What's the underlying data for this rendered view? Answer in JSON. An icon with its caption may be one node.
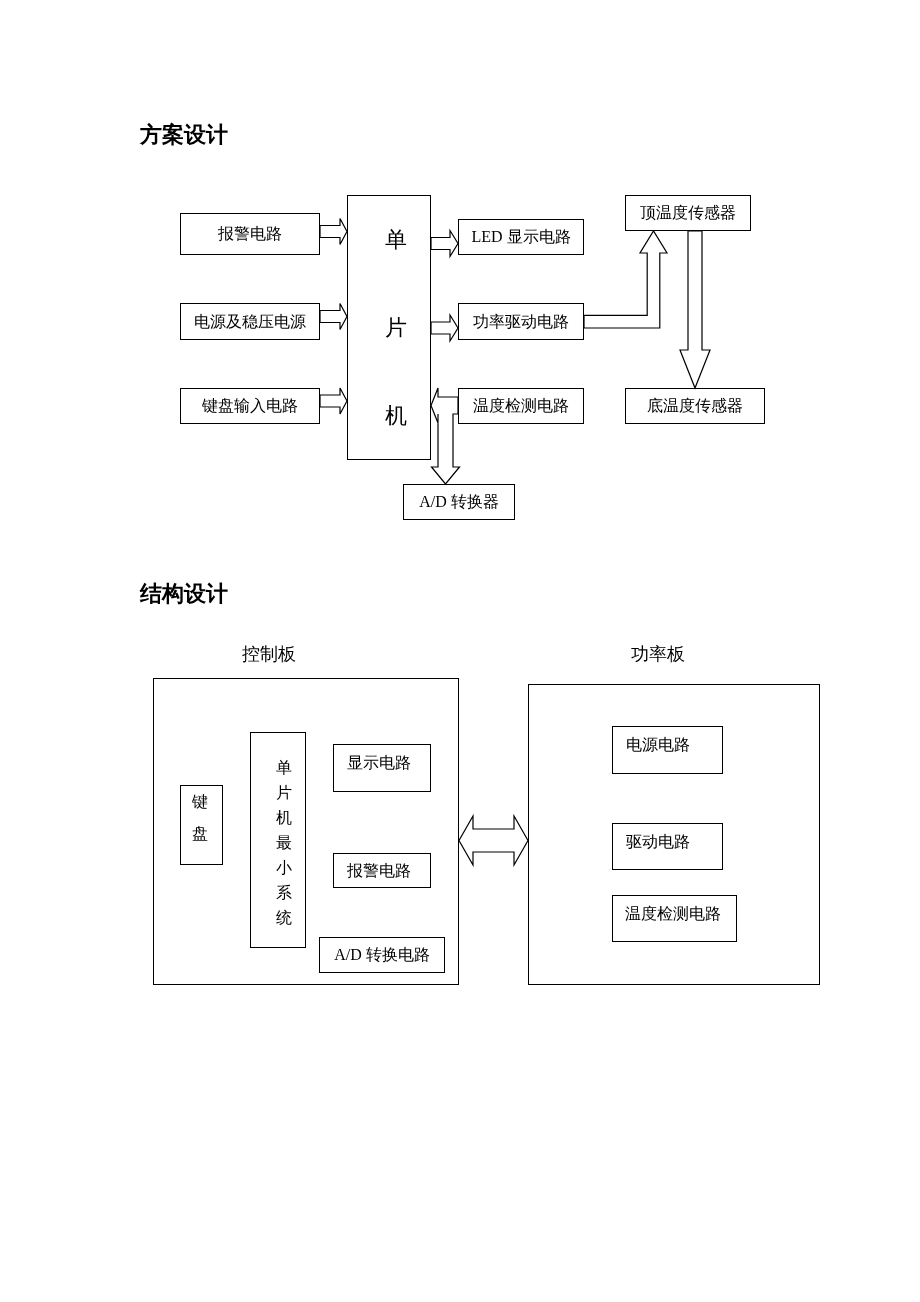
{
  "diagram": {
    "nodes": [
      {
        "text": [
          "报警电路"
        ]
      },
      {
        "text": [
          "电源及稳压电源"
        ]
      },
      {
        "text": [
          "键盘输入电路"
        ]
      },
      {
        "text": [
          "单片机"
        ]
      },
      {
        "text": [
          "LED 显示电路"
        ]
      },
      {
        "text": [
          "功率驱动电路"
        ]
      },
      {
        "text": [
          "温度检测电路"
        ]
      },
      {
        "text": [
          "顶温度传感器"
        ]
      },
      {
        "text": [
          "底温度传感器"
        ]
      },
      {
        "text": [
          "A/D 转换器"
        ]
      },
      {
        "text": [
          "控制板"
        ]
      },
      {
        "text": [
          "键盘"
        ],
        "in": 10
      },
      {
        "text": [
          "单片机最小系统"
        ],
        "in": 10
      },
      {
        "text": [
          "显示电路"
        ],
        "in": 10
      },
      {
        "text": [
          "报警电路"
        ],
        "in": 10
      },
      {
        "text": [
          "A/D 转换电路"
        ],
        "in": 10
      },
      {
        "text": [
          "功率板"
        ]
      },
      {
        "text": [
          "电源电路"
        ],
        "in": 16
      },
      {
        "text": [
          "驱动电路"
        ],
        "in": 16
      },
      {
        "text": [
          "温度检测电路"
        ],
        "in": 16
      }
    ],
    "edges": [
      {
        "from": 0,
        "to": 3,
        "arrow": "to"
      },
      {
        "from": 1,
        "to": 3,
        "arrow": "to"
      },
      {
        "from": 2,
        "to": 3,
        "arrow": "to"
      },
      {
        "from": 3,
        "to": 4,
        "arrow": "to"
      },
      {
        "from": 3,
        "to": 5,
        "arrow": "to"
      },
      {
        "from": 6,
        "to": 3,
        "arrow": "to"
      },
      {
        "from": 6,
        "to": 9,
        "arrow": "to"
      },
      {
        "from": 5,
        "to": 7,
        "arrow": "to"
      },
      {
        "from": 7,
        "to": 8,
        "arrow": "to"
      },
      {
        "from": 10,
        "to": 16,
        "arrow": "both"
      }
    ],
    "labels": [
      "方案设计",
      "结构设计"
    ]
  }
}
